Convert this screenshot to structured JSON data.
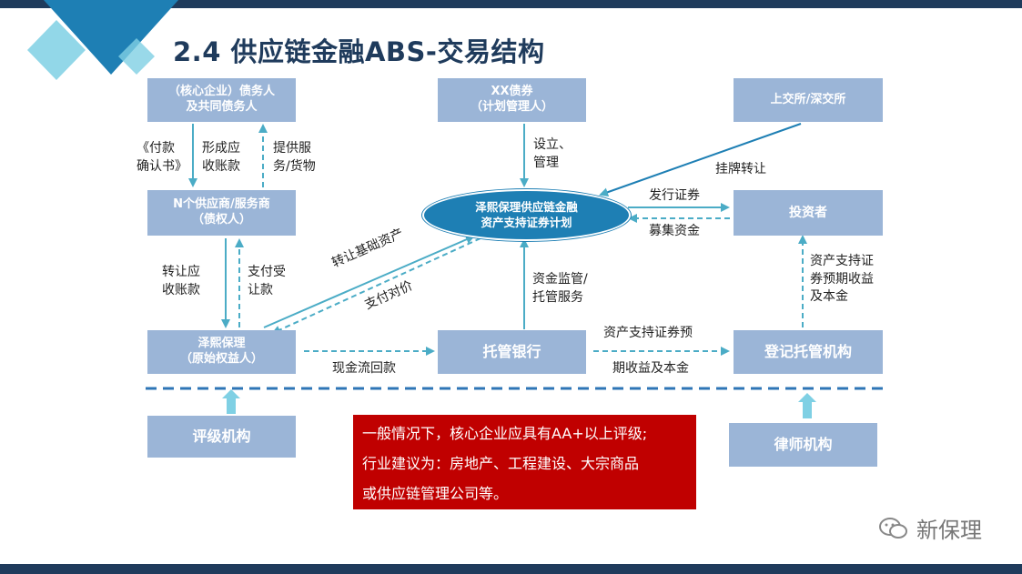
{
  "title": "2.4 供应链金融ABS-交易结构",
  "boxes": {
    "debtor": [
      "（核心企业）债务人",
      "及共同债务人"
    ],
    "xx_securities": [
      "XX债券",
      "（计划管理人）"
    ],
    "exchange": "上交所/深交所",
    "suppliers": [
      "N个供应商/服务商",
      "（债权人）"
    ],
    "plan": [
      "泽熙保理供应链金融",
      "资产支持证券计划"
    ],
    "investors": "投资者",
    "factoring": [
      "泽熙保理",
      "（原始权益人）"
    ],
    "custodian_bank": "托管银行",
    "registry": "登记托管机构",
    "rating": "评级机构",
    "law_firm": "律师机构"
  },
  "labels": {
    "payment_confirm": [
      "《付款",
      "确认书》"
    ],
    "form_receivable": [
      "形成应",
      "收账款"
    ],
    "provide_service": [
      "提供服",
      "务/货物"
    ],
    "setup_manage": [
      "设立、",
      "管理"
    ],
    "listing_transfer": "挂牌转让",
    "issue_securities": "发行证券",
    "raise_funds": "募集资金",
    "transfer_receivable": [
      "转让应",
      "收账款"
    ],
    "pay_transfer": [
      "支付受",
      "让款"
    ],
    "transfer_base_asset": "转让基础资产",
    "pay_consideration": "支付对价",
    "fund_supervision": [
      "资金监管/",
      "托管服务"
    ],
    "expected_return": [
      "资产支持证",
      "券预期收益",
      "及本金"
    ],
    "abs_return_1": "资产支持证券预",
    "abs_return_2": "期收益及本金",
    "cashflow_return": "现金流回款"
  },
  "note": [
    "一般情况下，核心企业应具有AA+以上评级;",
    "行业建议为：房地产、工程建设、大宗商品",
    "或供应链管理公司等。"
  ],
  "watermark": "新保理",
  "colors": {
    "box": "#9bb5d7",
    "ellipse": "#1e7fb4",
    "arrow": "#4bacc6",
    "title": "#1f3b5c",
    "note": "#c00000"
  }
}
